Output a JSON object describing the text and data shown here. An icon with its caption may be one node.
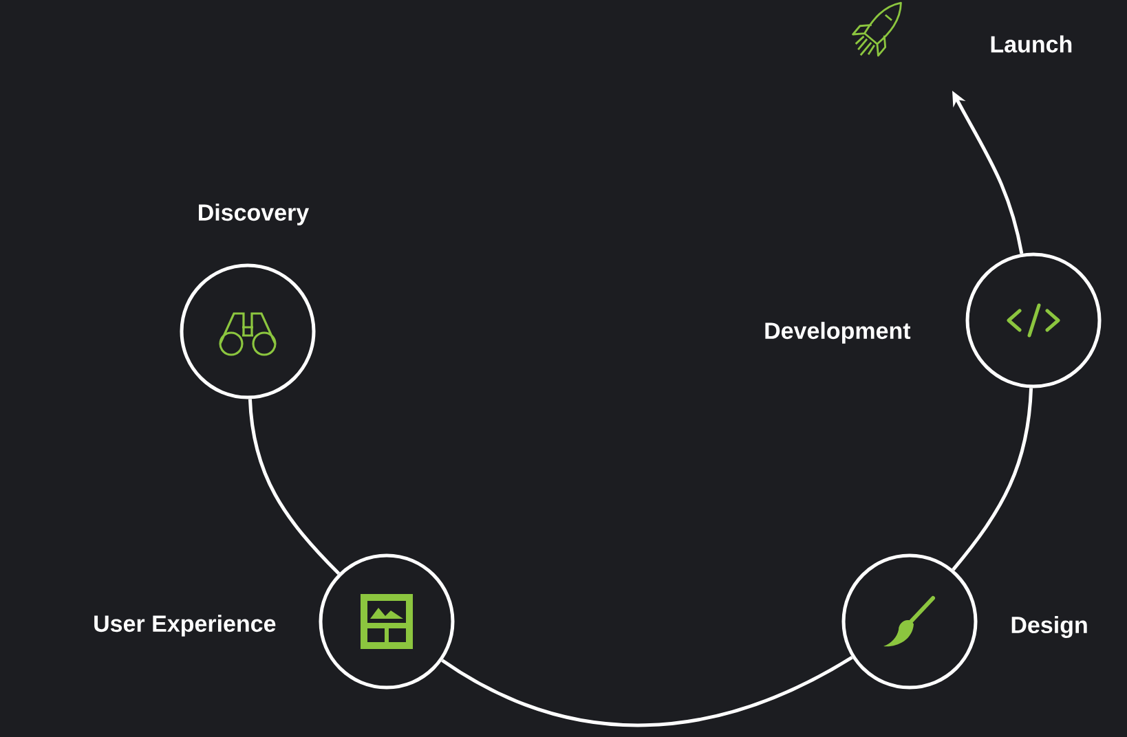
{
  "diagram": {
    "nodes": [
      {
        "text": [],
        "shape": "circle",
        "beside": [
          "Discovery"
        ]
      },
      {
        "text": [],
        "shape": "circle",
        "beside": [
          "User Experience"
        ]
      },
      {
        "text": [],
        "shape": "circle",
        "beside": [
          "Design"
        ]
      },
      {
        "text": [],
        "shape": "circle",
        "beside": [
          "Development"
        ]
      }
    ],
    "edges": [
      {
        "from": 0,
        "to": 1,
        "arrow": "none"
      },
      {
        "from": 1,
        "to": 2,
        "arrow": "none"
      },
      {
        "from": 2,
        "to": 3,
        "arrow": "none"
      },
      {
        "from": 3,
        "to": null,
        "arrow": "to"
      }
    ],
    "labels": [
      "Launch"
    ]
  }
}
